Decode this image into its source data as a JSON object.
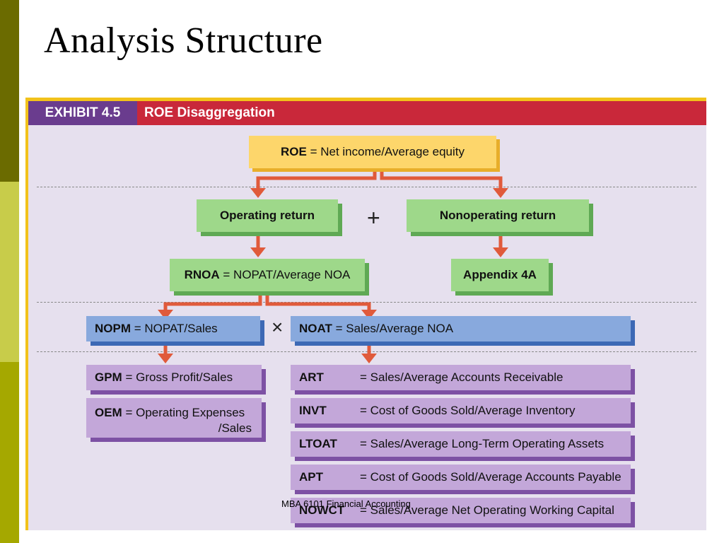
{
  "slide": {
    "title": "Analysis Structure",
    "footer": "MBA 6101 Financial Accounting",
    "colors": {
      "band_dark": "#6b6b00",
      "band_light": "#c8cc4a",
      "band_mid": "#a5a800",
      "accent_red": "#c9283a",
      "accent_purple": "#6a3c8e",
      "arrow": "#e05a3b"
    }
  },
  "exhibit": {
    "number": "EXHIBIT 4.5",
    "title": "ROE Disaggregation",
    "roe": {
      "term": "ROE",
      "def": "= Net income/Average equity"
    },
    "operating_return": "Operating return",
    "plus": "+",
    "nonoperating_return": "Nonoperating return",
    "rnoa": {
      "term": "RNOA",
      "def": "= NOPAT/Average NOA"
    },
    "appendix": "Appendix 4A",
    "nopm": {
      "term": "NOPM",
      "def": "= NOPAT/Sales"
    },
    "times": "×",
    "noat": {
      "term": "NOAT",
      "def": "= Sales/Average NOA"
    },
    "gpm": {
      "term": "GPM",
      "def": "= Gross Profit/Sales"
    },
    "oem": {
      "term": "OEM",
      "def": "= Operating Expenses",
      "def2": "/Sales"
    },
    "turnover": [
      {
        "term": "ART",
        "def": "= Sales/Average Accounts Receivable"
      },
      {
        "term": "INVT",
        "def": "= Cost of Goods Sold/Average Inventory"
      },
      {
        "term": "LTOAT",
        "def": "= Sales/Average Long-Term Operating Assets"
      },
      {
        "term": "APT",
        "def": "= Cost of Goods Sold/Average Accounts Payable"
      },
      {
        "term": "NOWCT",
        "def": "= Sales/Average Net Operating Working Capital"
      }
    ]
  }
}
